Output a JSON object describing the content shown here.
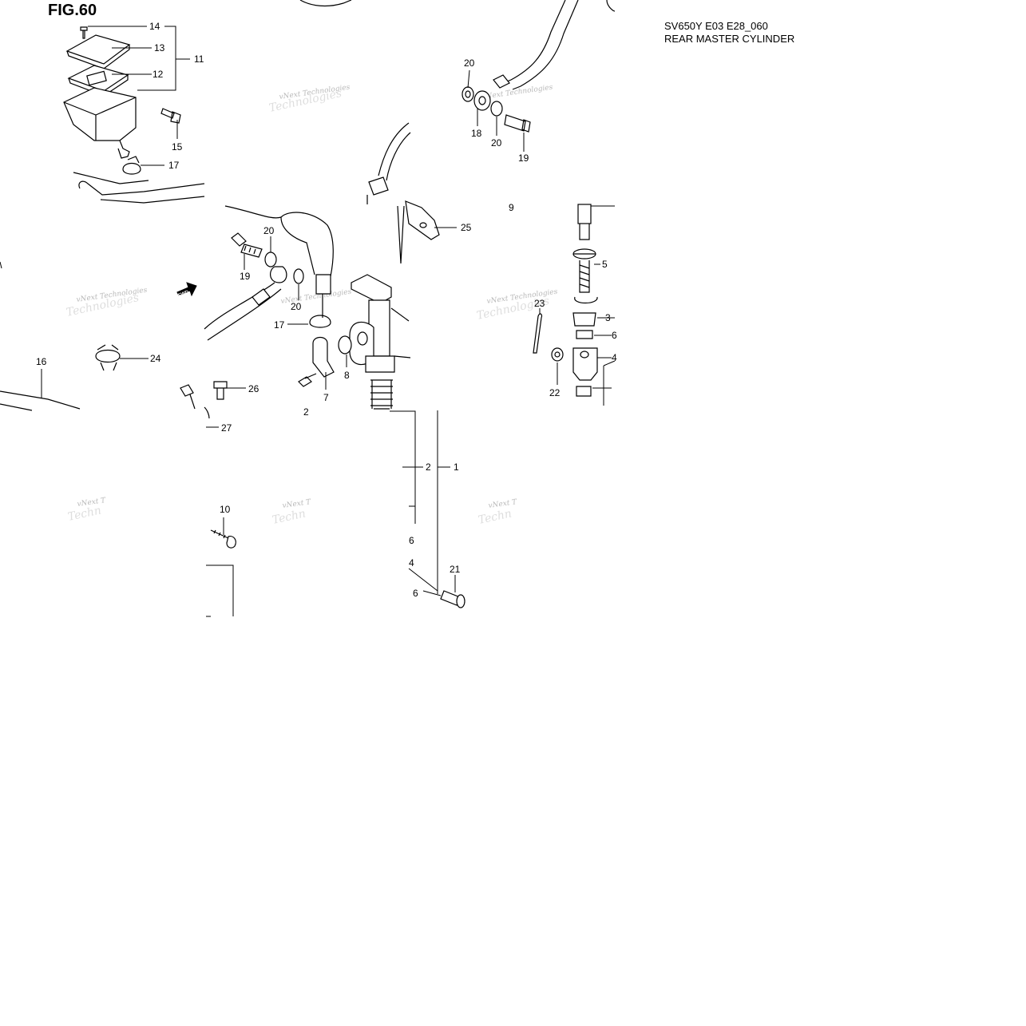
{
  "header": {
    "fig_title": "FIG.60",
    "model_code": "SV650Y E03 E28_060",
    "section_title": "REAR MASTER CYLINDER"
  },
  "callouts": [
    {
      "id": "c14",
      "text": "14"
    },
    {
      "id": "c13",
      "text": "13"
    },
    {
      "id": "c12",
      "text": "12"
    },
    {
      "id": "c11",
      "text": "11"
    },
    {
      "id": "c15",
      "text": "15"
    },
    {
      "id": "c17a",
      "text": "17"
    },
    {
      "id": "c20a",
      "text": "20"
    },
    {
      "id": "c18",
      "text": "18"
    },
    {
      "id": "c20b",
      "text": "20"
    },
    {
      "id": "c19a",
      "text": "19"
    },
    {
      "id": "c25",
      "text": "25"
    },
    {
      "id": "c9",
      "text": "9"
    },
    {
      "id": "c5",
      "text": "5"
    },
    {
      "id": "c20c",
      "text": "20"
    },
    {
      "id": "c19b",
      "text": "19"
    },
    {
      "id": "c20d",
      "text": "20"
    },
    {
      "id": "c17b",
      "text": "17"
    },
    {
      "id": "c23",
      "text": "23"
    },
    {
      "id": "c3",
      "text": "3"
    },
    {
      "id": "c6a",
      "text": "6"
    },
    {
      "id": "c4a",
      "text": "4"
    },
    {
      "id": "c22",
      "text": "22"
    },
    {
      "id": "c24",
      "text": "24"
    },
    {
      "id": "c16",
      "text": "16"
    },
    {
      "id": "c8",
      "text": "8"
    },
    {
      "id": "c7",
      "text": "7"
    },
    {
      "id": "c26",
      "text": "26"
    },
    {
      "id": "c27",
      "text": "27"
    },
    {
      "id": "c2a",
      "text": "2"
    },
    {
      "id": "c2b",
      "text": "2"
    },
    {
      "id": "c1",
      "text": "1"
    },
    {
      "id": "c10",
      "text": "10"
    },
    {
      "id": "c6b",
      "text": "6"
    },
    {
      "id": "c4b",
      "text": "4"
    },
    {
      "id": "c21",
      "text": "21"
    },
    {
      "id": "c6c",
      "text": "6"
    }
  ],
  "watermark": {
    "line1": "vNext Technologies",
    "line2": "Technologies",
    "line3": "vNext T",
    "line4": "Techn"
  },
  "fwd_label": "FWD"
}
